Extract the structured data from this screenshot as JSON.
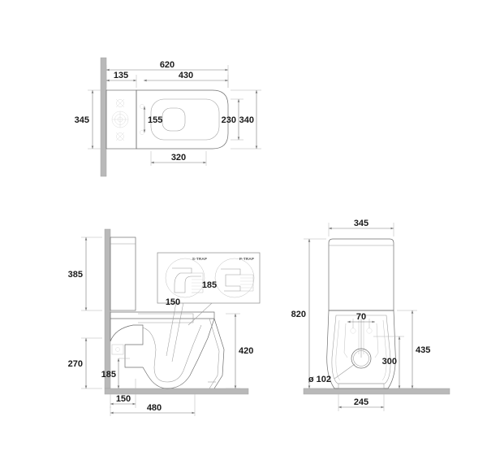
{
  "document": {
    "type": "technical-drawing",
    "subject": "Close-coupled toilet (WC) dimensional drawing",
    "units": "mm",
    "views": [
      "top-view",
      "side-view",
      "front-view"
    ]
  },
  "top_view": {
    "name": "top-view",
    "dimensions": {
      "overall_length": "620",
      "wall_to_bowl_front": "430",
      "cistern_depth": "135",
      "overall_width": "345",
      "bowl_width": "340",
      "seat_width": "230",
      "fixing_centres": "155",
      "bowl_opening_width": "320"
    }
  },
  "side_view": {
    "name": "side-view",
    "dimensions": {
      "cistern_height": "385",
      "seat_height": "420",
      "outlet_height_from_floor": "270",
      "trap_outlet_height": "185",
      "wall_to_outlet_centre": "150",
      "overall_projection": "480"
    },
    "detail_callout": {
      "name": "trap-detail-box",
      "left_label": "S-TRAP",
      "right_label": "P-TRAP",
      "left_dimension": "150",
      "right_dimension": "185"
    }
  },
  "front_view": {
    "name": "front-view",
    "dimensions": {
      "cistern_width": "345",
      "overall_height": "820",
      "bowl_height": "435",
      "outlet_centre_height": "300",
      "outlet_diameter": "ø 102",
      "flush_hole_spacing": "70",
      "foot_width": "245"
    }
  },
  "colors": {
    "line": "#6e6e6e",
    "dimension": "#7a7a7a",
    "text": "#1a1a1a",
    "wall_fill": "#b9b9b9",
    "background": "#ffffff"
  }
}
